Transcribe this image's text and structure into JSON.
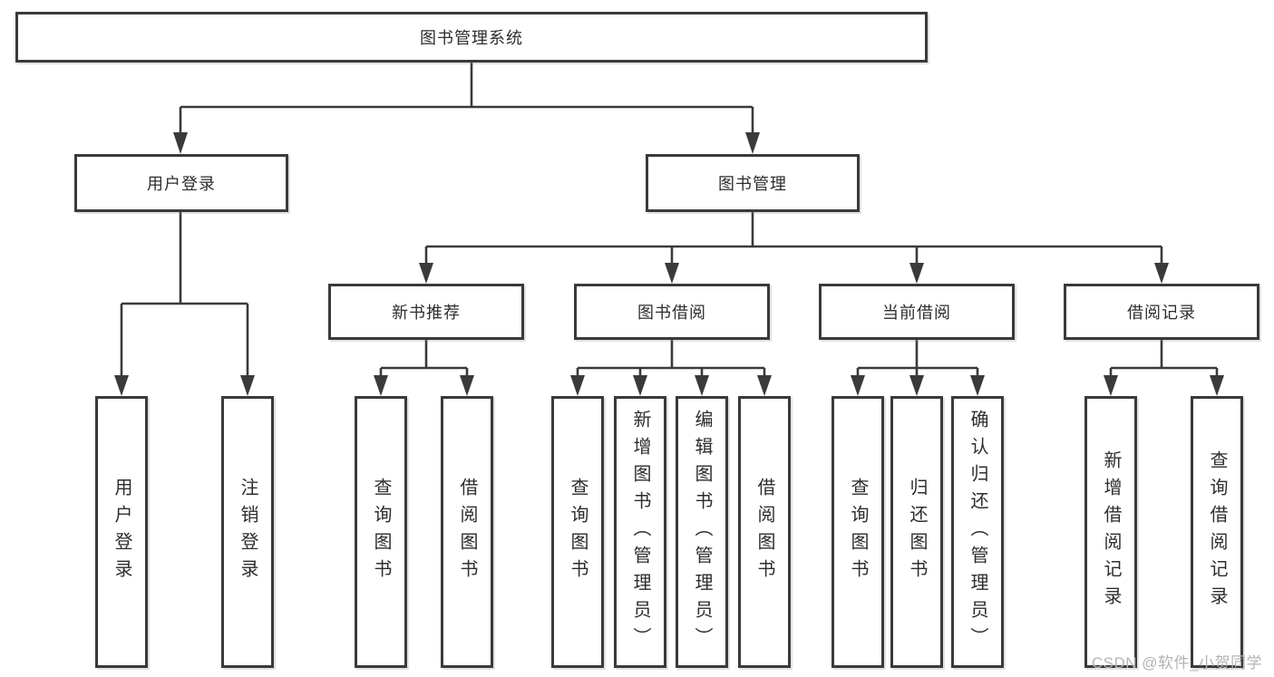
{
  "diagram_type": "tree",
  "colors": {
    "line": "#3a3a3a",
    "box_border": "#3a3a3a",
    "text": "#2d2d2d",
    "background": "#ffffff",
    "watermark": "#b3b3b3"
  },
  "watermark": "CSDN @软件_小贺同学",
  "tree": {
    "label": "图书管理系统",
    "children": [
      {
        "label": "用户登录",
        "children": [
          {
            "label": "用户登录"
          },
          {
            "label": "注销登录"
          }
        ]
      },
      {
        "label": "图书管理",
        "children": [
          {
            "label": "新书推荐",
            "children": [
              {
                "label": "查询图书"
              },
              {
                "label": "借阅图书"
              }
            ]
          },
          {
            "label": "图书借阅",
            "children": [
              {
                "label": "查询图书"
              },
              {
                "label": "新增图书（管理员）"
              },
              {
                "label": "编辑图书（管理员）"
              },
              {
                "label": "借阅图书"
              }
            ]
          },
          {
            "label": "当前借阅",
            "children": [
              {
                "label": "查询图书"
              },
              {
                "label": "归还图书"
              },
              {
                "label": "确认归还（管理员）"
              }
            ]
          },
          {
            "label": "借阅记录",
            "children": [
              {
                "label": "新增借阅记录"
              },
              {
                "label": "查询借阅记录"
              }
            ]
          }
        ]
      }
    ]
  }
}
